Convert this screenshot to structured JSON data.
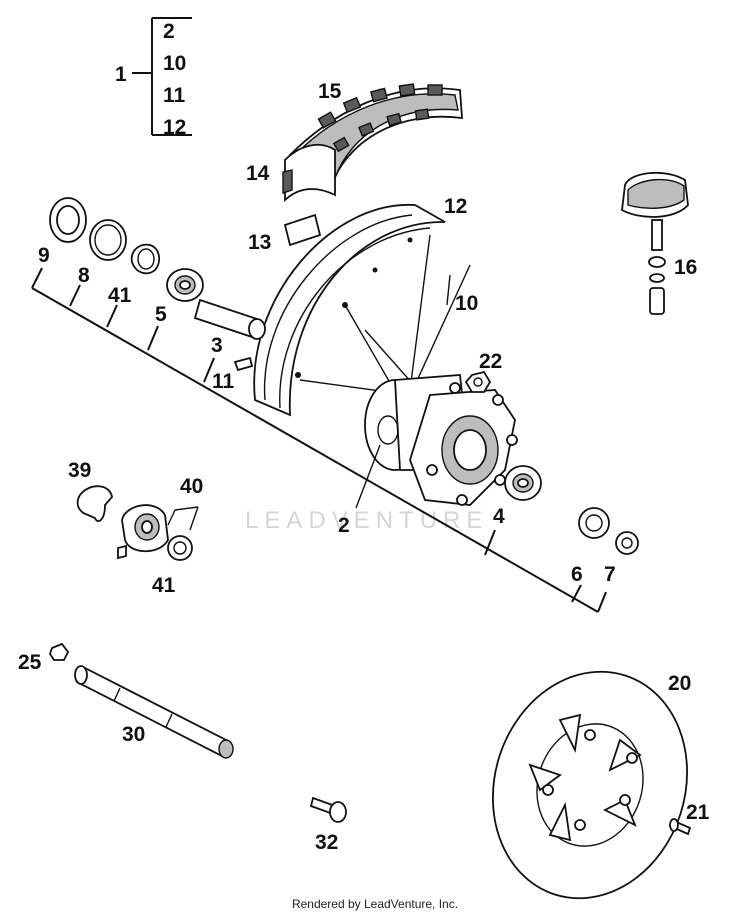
{
  "callouts": {
    "c1": "1",
    "c1_2": "2",
    "c1_10": "10",
    "c1_11": "11",
    "c1_12": "12",
    "c15": "15",
    "c14": "14",
    "c13": "13",
    "c12": "12",
    "c10": "10",
    "c16": "16",
    "c9": "9",
    "c8": "8",
    "c41a": "41",
    "c5": "5",
    "c3": "3",
    "c11": "11",
    "c22": "22",
    "c2": "2",
    "c4": "4",
    "c6": "6",
    "c7": "7",
    "c39": "39",
    "c40": "40",
    "c41b": "41",
    "c25": "25",
    "c30": "30",
    "c20": "20",
    "c21": "21",
    "c32": "32"
  },
  "watermark": "LEADVENTURE",
  "footer": "Rendered by LeadVenture, Inc."
}
